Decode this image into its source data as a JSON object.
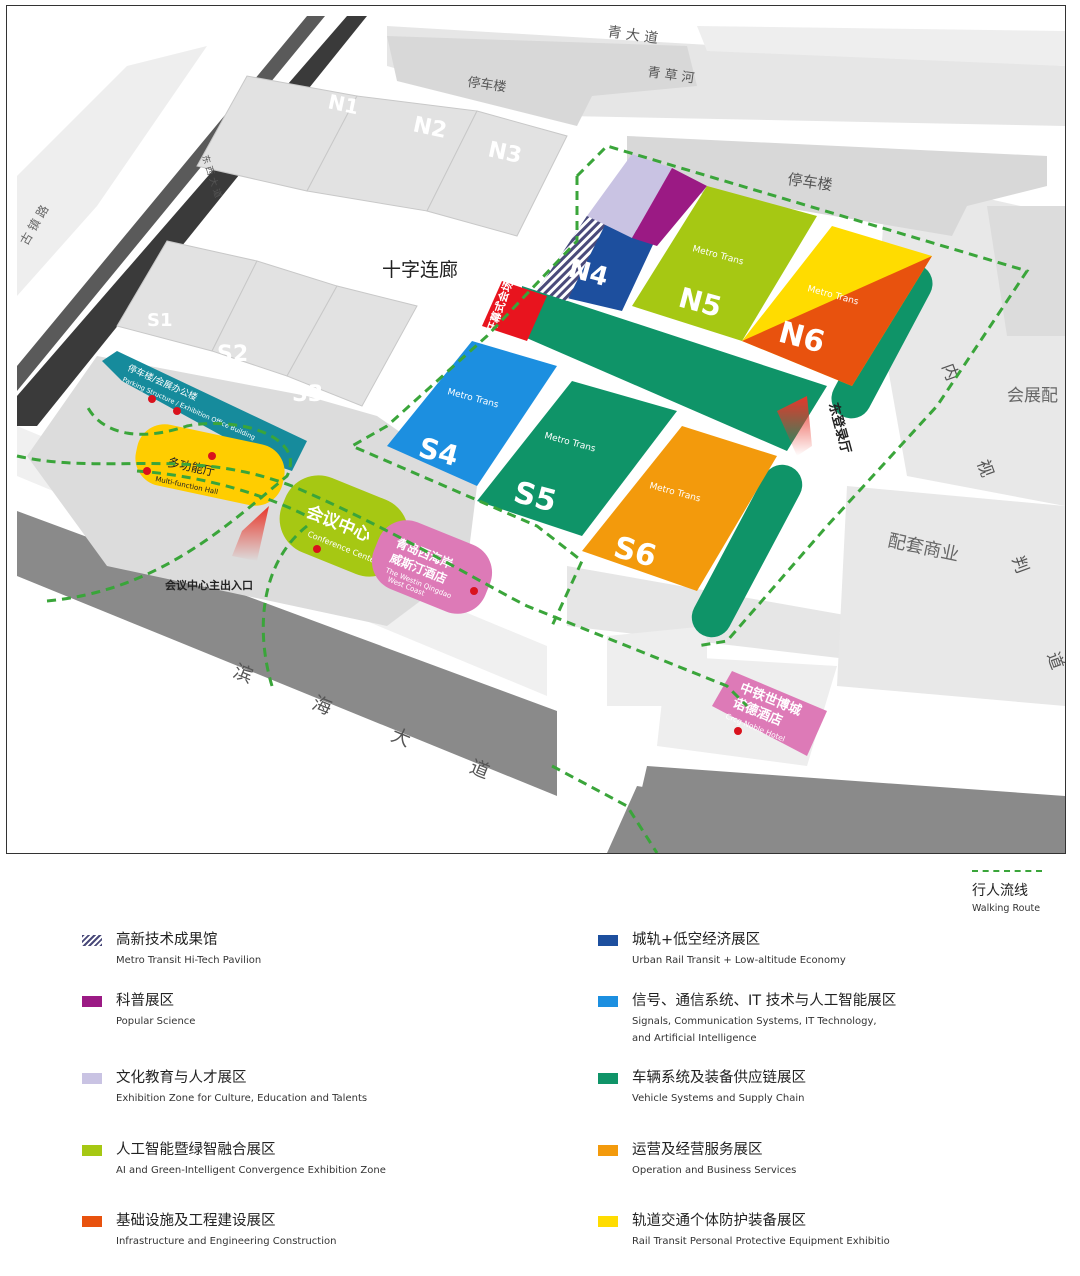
{
  "map": {
    "streets": {
      "qingdao_dadao": "青 大 道",
      "qingcaohe": "青 草 河",
      "guzhenlu": "古 镇 路",
      "binhai_dadao": "滨 海 大 道",
      "neibinglu": "内 视 判 道 路",
      "dongtong": "东 西 大 道"
    },
    "areas": {
      "parking_top": "停车楼",
      "parking_right": "停车楼",
      "corridor": "十字连廊",
      "convention_district": "会展配",
      "commercial": "配套商业"
    },
    "halls": {
      "n1": "N1",
      "n2": "N2",
      "n3": "N3",
      "s1": "S1",
      "s2": "S2",
      "s3": "S3",
      "n4": "N4",
      "n5": "N5",
      "n6": "N6",
      "s4": "S4",
      "s5": "S5",
      "s6": "S6",
      "brand": "Metro Trans"
    },
    "buildings": {
      "opening_ceremony": "开幕式会场",
      "east_entrance": "东登录厅",
      "parking_office_zh": "停车楼/会展办公楼",
      "parking_office_en": "Parking Structure / Exhibition Office Building",
      "multi_hall_zh": "多功能厅",
      "multi_hall_en": "Multi-function Hall",
      "conference_zh": "会议中心",
      "conference_en": "Conference Center",
      "westin_zh_1": "青岛西海岸",
      "westin_zh_2": "威斯汀酒店",
      "westin_en_1": "The Westin Qingdao",
      "westin_en_2": "West Coast",
      "noble_zh_1": "中铁世博城",
      "noble_zh_2": "诺德酒店",
      "noble_en": "Crcg Noble Hotel",
      "main_entrance": "会议中心主出入口"
    }
  },
  "walking_route": {
    "zh": "行人流线",
    "en": "Walking Route",
    "color": "#3aa53a"
  },
  "legend": {
    "left": [
      {
        "zh": "高新技术成果馆",
        "en": [
          "Metro Transit Hi-Tech Pavilion"
        ],
        "color": "#4a4a7a",
        "pattern": "hatch"
      },
      {
        "zh": "科普展区",
        "en": [
          "Popular Science"
        ],
        "color": "#9b1a84"
      },
      {
        "zh": "文化教育与人才展区",
        "en": [
          "Exhibition Zone for Culture, Education and Talents"
        ],
        "color": "#c9c3e3"
      },
      {
        "zh": "人工智能暨绿智融合展区",
        "en": [
          "AI and Green-Intelligent Convergence Exhibition Zone"
        ],
        "color": "#a6c813"
      },
      {
        "zh": "基础设施及工程建设展区",
        "en": [
          "Infrastructure and Engineering Construction"
        ],
        "color": "#e8520e"
      }
    ],
    "right": [
      {
        "zh": "城轨+低空经济展区",
        "en": [
          "Urban Rail Transit + Low-altitude Economy"
        ],
        "color": "#1d4f9e"
      },
      {
        "zh": "信号、通信系统、IT 技术与人工智能展区",
        "en": [
          "Signals, Communication Systems, IT Technology,",
          "and Artificial Intelligence"
        ],
        "color": "#1c8fe0"
      },
      {
        "zh": "车辆系统及装备供应链展区",
        "en": [
          "Vehicle Systems and Supply Chain"
        ],
        "color": "#0f9468"
      },
      {
        "zh": "运营及经营服务展区",
        "en": [
          "Operation and Business Services"
        ],
        "color": "#f39a0c"
      },
      {
        "zh": "轨道交通个体防护装备展区",
        "en": [
          "Rail Transit Personal Protective Equipment Exhibitio"
        ],
        "color": "#ffdc00"
      }
    ]
  }
}
